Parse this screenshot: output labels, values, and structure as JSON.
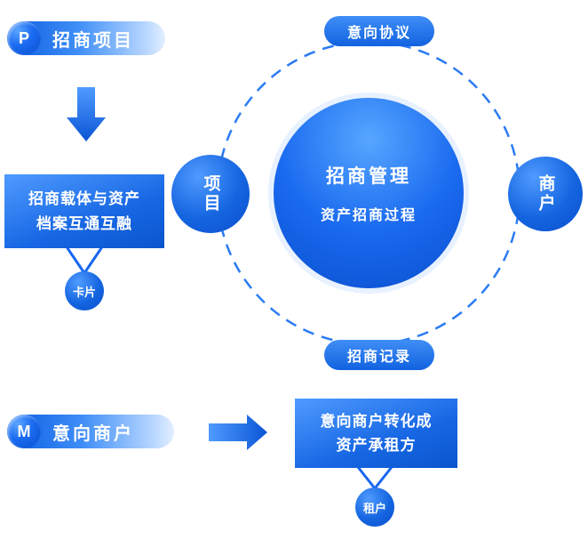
{
  "colors": {
    "primary_blue": "#0d5fd9",
    "light_blue": "#4f9bff",
    "dashed_ring": "#2b7bf3",
    "text_on_blue": "#ffffff"
  },
  "icons": {
    "down_arrow": "arrow-down",
    "right_arrow": "arrow-right",
    "dashed_ring": "orbit-ring",
    "pendant_connector": "v-connector"
  },
  "flow_top": {
    "badge_letter": "P",
    "badge_label": "招商项目",
    "box_line1": "招商载体与资产",
    "box_line2": "档案互通互融",
    "node_label": "卡片"
  },
  "hub": {
    "title": "招商管理",
    "subtitle": "资产招商过程",
    "pill_top": "意向协议",
    "pill_bottom": "招商记录",
    "node_left": "项目",
    "node_right": "商户"
  },
  "flow_bottom": {
    "badge_letter": "M",
    "badge_label": "意向商户",
    "box_line1": "意向商户转化成",
    "box_line2": "资产承租方",
    "node_label": "租户"
  }
}
